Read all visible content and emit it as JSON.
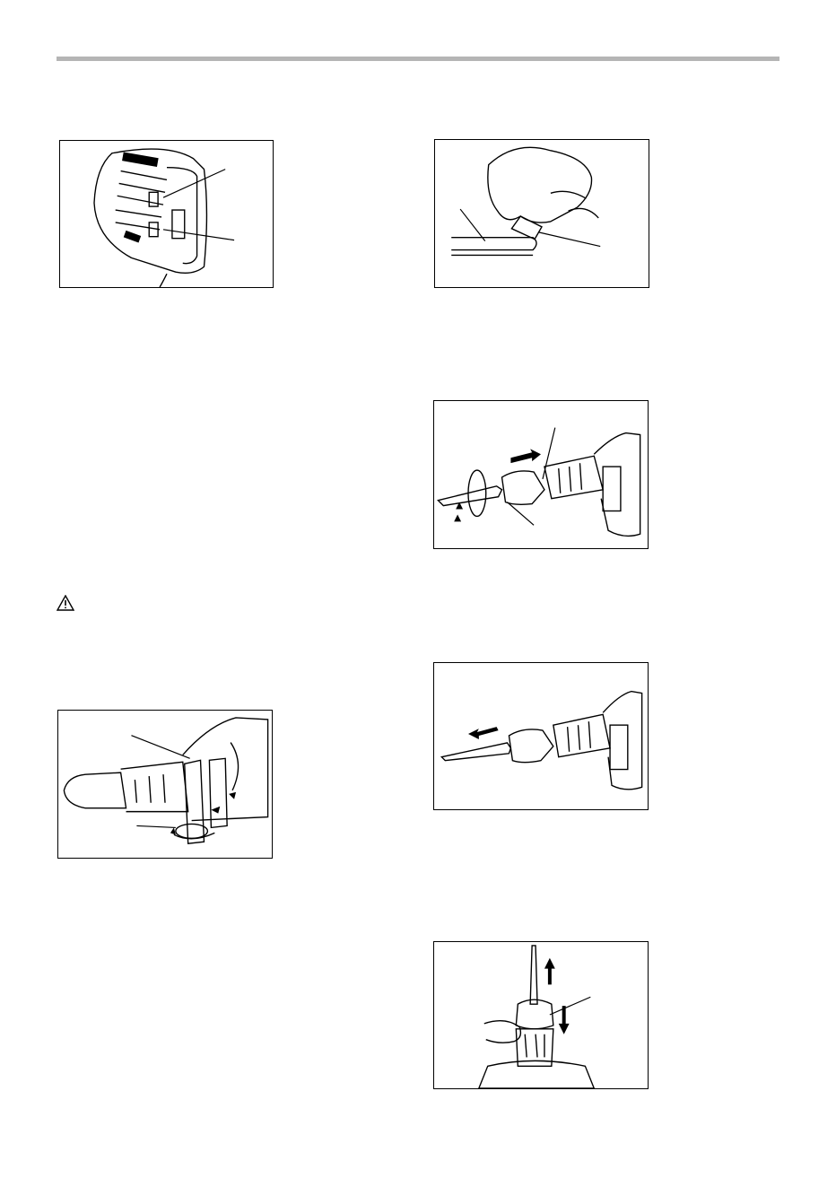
{
  "page": {
    "rule_color": "#b5b5b5"
  },
  "figures": [
    {
      "id": "fig1",
      "subject": "tool-side-with-two-lamps"
    },
    {
      "id": "fig2",
      "subject": "hand-applying-grease-to-bit-shank"
    },
    {
      "id": "fig3",
      "subject": "bit-insertion-into-tool-holder"
    },
    {
      "id": "fig4",
      "subject": "side-handle-adjustment"
    },
    {
      "id": "fig5",
      "subject": "bit-pull-out-check"
    },
    {
      "id": "fig6",
      "subject": "bit-removal-by-sliding-cover"
    }
  ],
  "icons": {
    "warning": "warning-triangle-icon"
  }
}
